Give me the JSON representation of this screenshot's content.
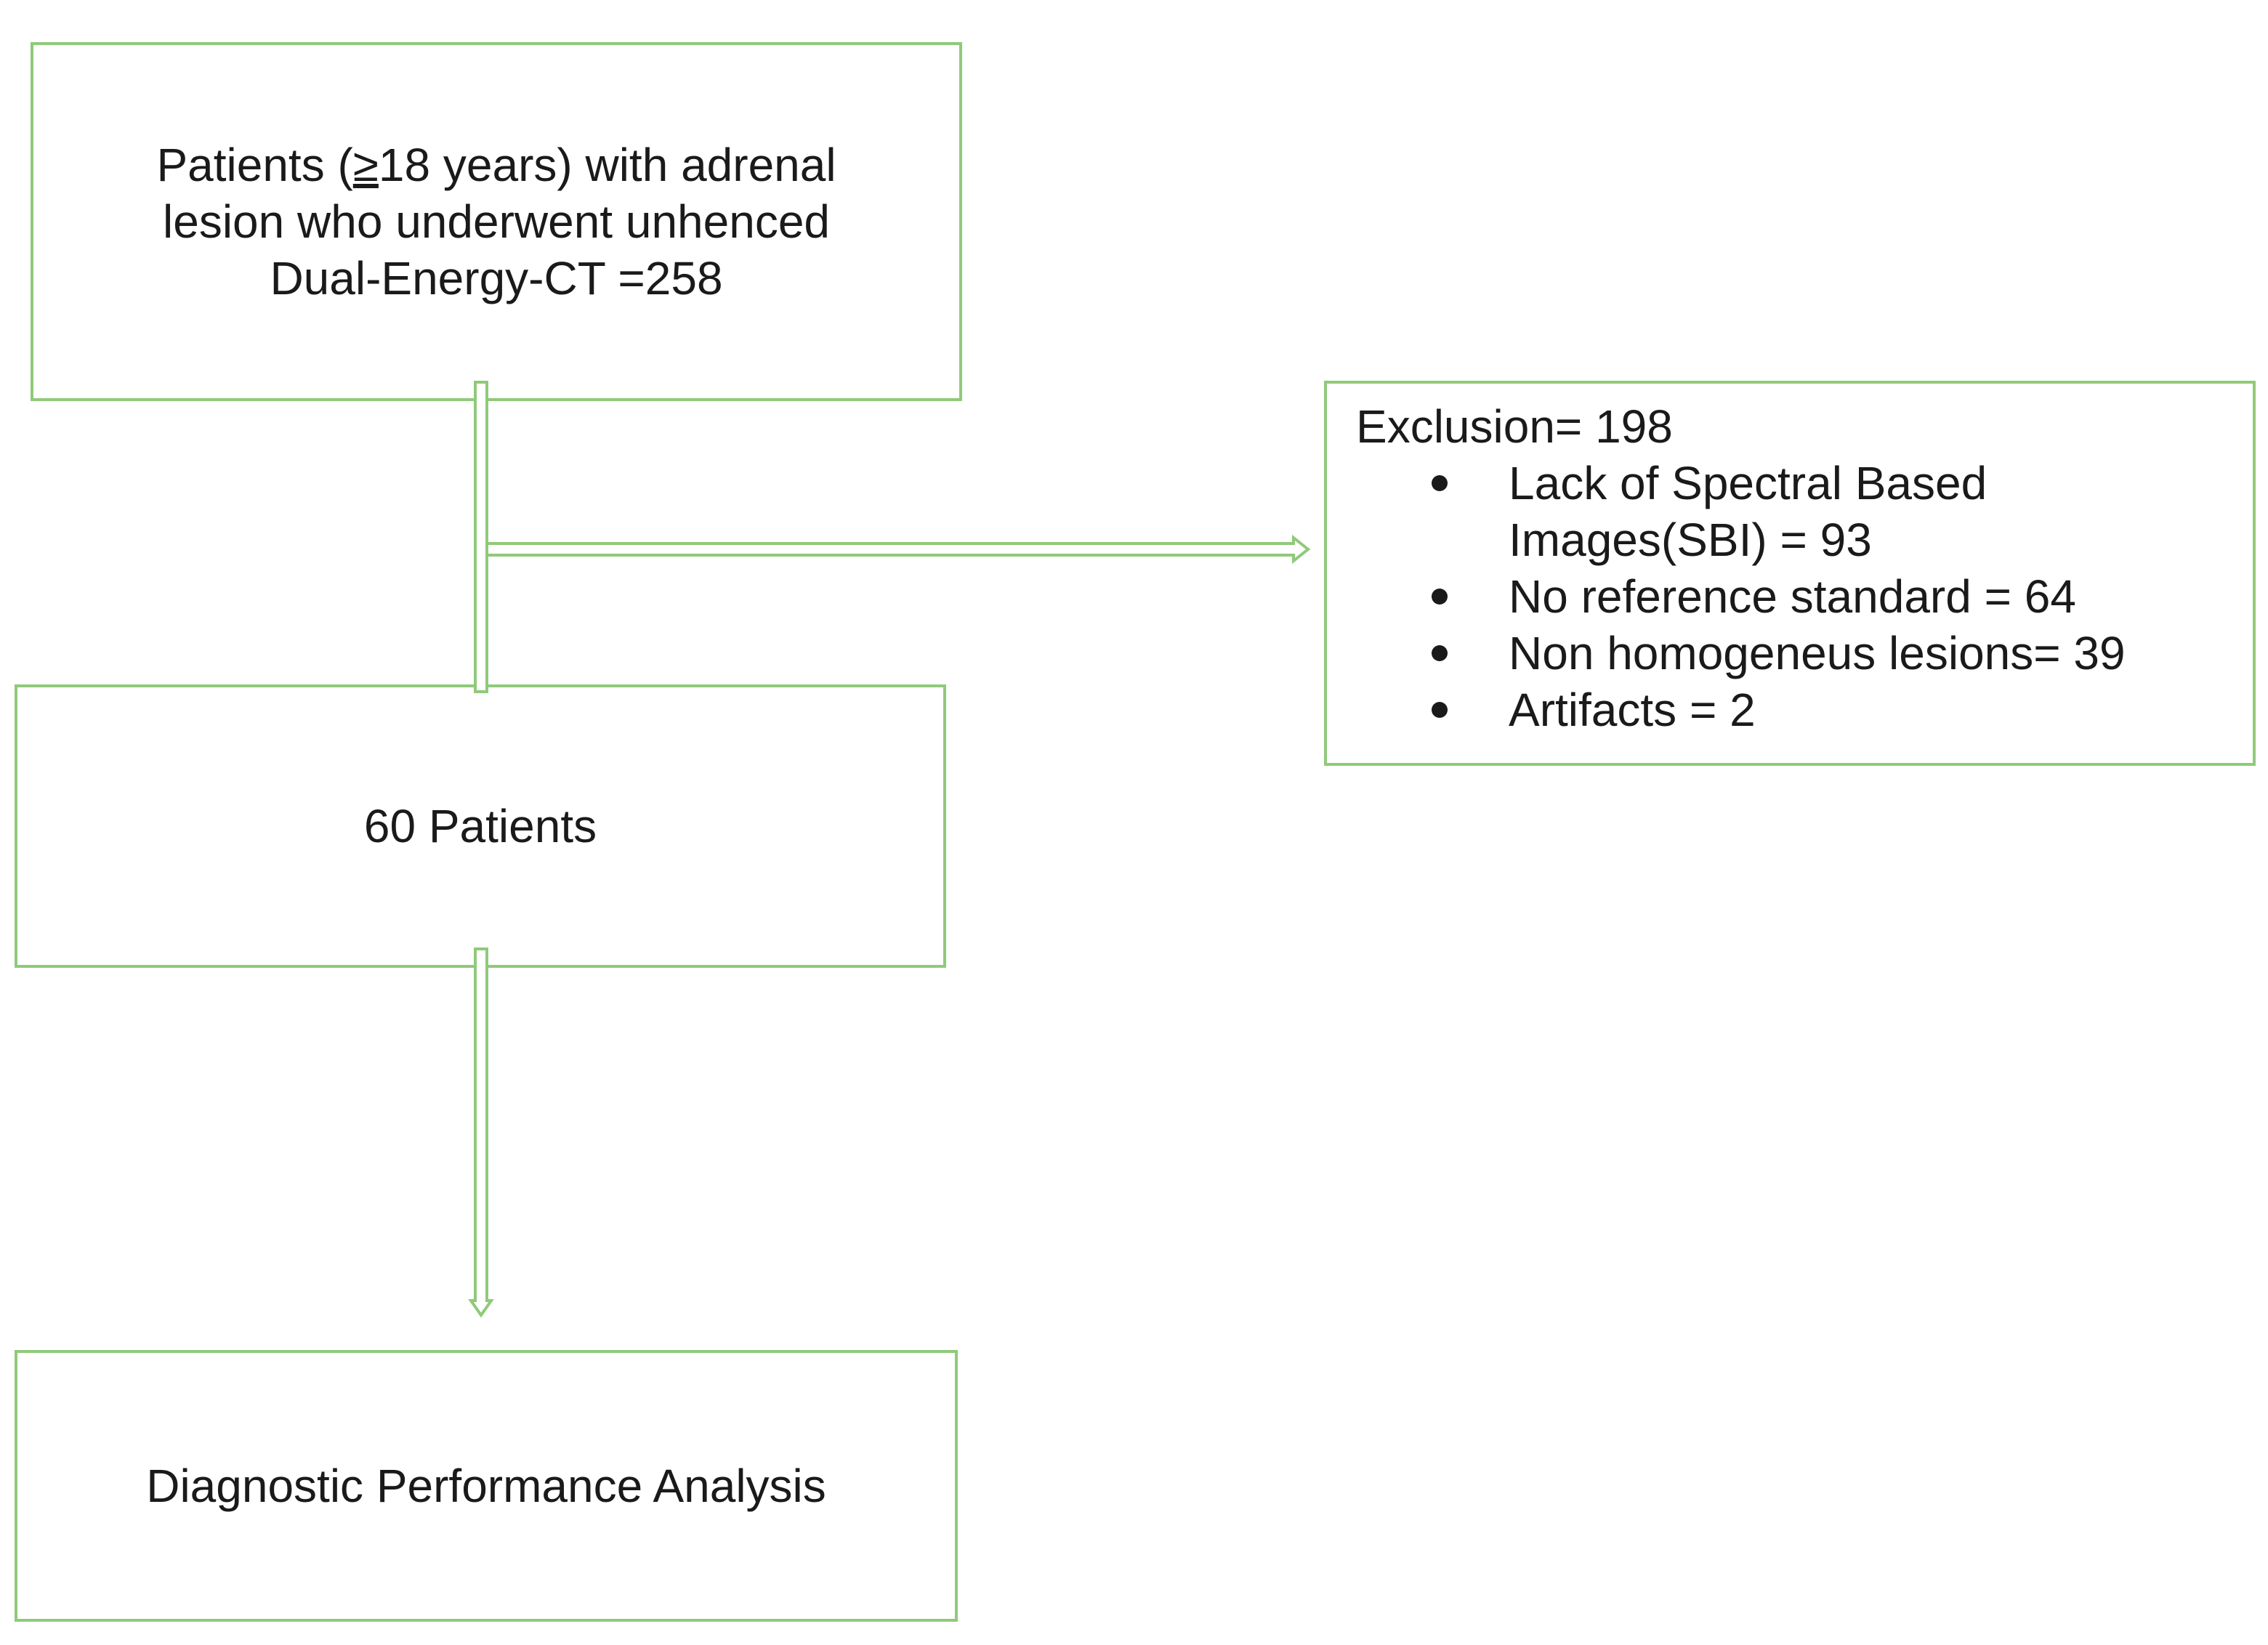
{
  "nodes": {
    "patients": {
      "line1_pre": "Patients (",
      "line1_ge": "≥",
      "line1_post": "18 years) with adrenal",
      "line2": "lesion who underwent unhenced",
      "line3": "Dual-Energy-CT =258"
    },
    "sixty_patients": "60 Patients",
    "analysis": "Diagnostic Performance Analysis",
    "exclusion": {
      "title": "Exclusion= 198",
      "items": [
        "Lack of Spectral Based Images(SBI) = 93",
        "No reference standard = 64",
        "Non homogeneus lesions= 39",
        "Artifacts = 2"
      ]
    }
  },
  "colors": {
    "border": "#8fca7a",
    "arrow": "#8fca7a",
    "text": "#1a1a1a"
  }
}
